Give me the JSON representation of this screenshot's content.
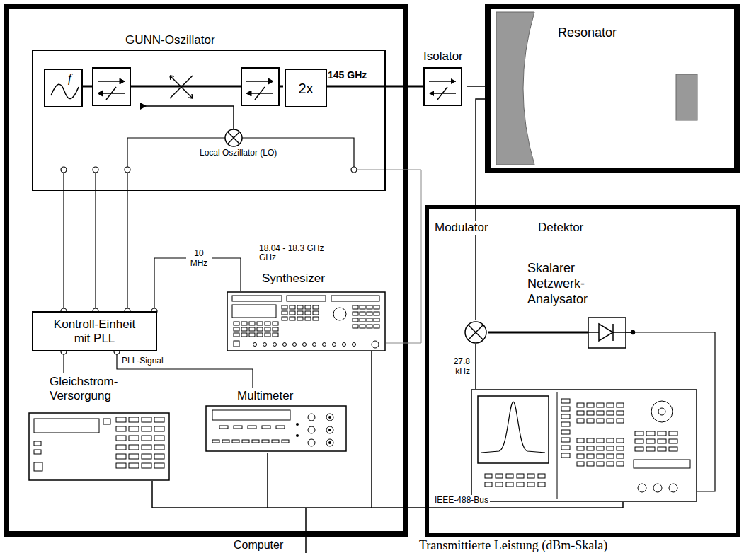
{
  "diagram": {
    "nodes": [
      {
        "text": [
          "GUNN-Oszillator"
        ]
      },
      {
        "text": [
          "f"
        ],
        "in": 0
      },
      {
        "text": [
          "2x"
        ],
        "in": 0
      },
      {
        "text": [
          "Kontroll-Einheit mit PLL"
        ]
      },
      {
        "text": [
          "Synthesizer"
        ]
      },
      {
        "text": [
          "Gleichstrom- Versorgung"
        ]
      },
      {
        "text": [
          "Multimeter"
        ]
      },
      {
        "text": [
          "Isolator"
        ]
      },
      {
        "text": [
          "Resonator"
        ]
      },
      {
        "text": [
          "Modulator"
        ]
      },
      {
        "text": [
          "Detektor"
        ]
      },
      {
        "text": [
          "Skalarer Netzwerk- Analysator"
        ]
      }
    ],
    "edges": [
      {
        "from": 2,
        "to": 7,
        "label": "145 GHz",
        "arrow": "none"
      },
      {
        "from": 7,
        "to": 8,
        "arrow": "none"
      },
      {
        "from": 3,
        "to": 0,
        "arrow": "none"
      },
      {
        "from": 3,
        "to": 0,
        "arrow": "none"
      },
      {
        "from": 3,
        "to": 0,
        "arrow": "none"
      },
      {
        "from": 3,
        "to": 4,
        "label": "10 MHz",
        "arrow": "none"
      },
      {
        "from": 3,
        "to": 5,
        "arrow": "none"
      },
      {
        "from": 3,
        "to": 6,
        "label": "PLL-Signal",
        "arrow": "none"
      },
      {
        "from": 4,
        "to": 0,
        "arrow": "none"
      },
      {
        "from": 8,
        "to": 9,
        "arrow": "none"
      },
      {
        "from": 9,
        "to": 10,
        "arrow": "none"
      },
      {
        "from": 10,
        "to": 11,
        "arrow": "none"
      },
      {
        "from": 11,
        "to": 9,
        "label": "27.8 kHz",
        "arrow": "none"
      }
    ],
    "labels": [
      "Local Oszillator (LO)",
      "18.04 - 18.3 GHz GHz",
      "IEEE-488-Bus",
      "Computer",
      "Transmittierte Leistung (dBm-Skala)"
    ]
  }
}
